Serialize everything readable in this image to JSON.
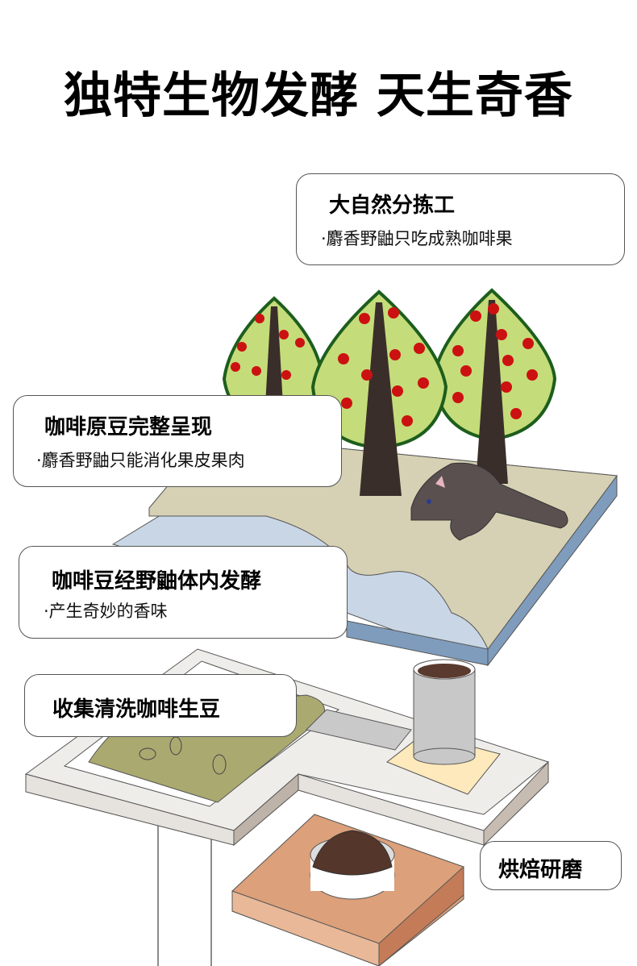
{
  "title": "独特生物发酵 天生奇香",
  "steps": [
    {
      "heading": "大自然分拣工",
      "detail": "·麝香野鼬只吃成熟咖啡果"
    },
    {
      "heading": "咖啡原豆完整呈现",
      "detail": "·麝香野鼬只能消化果皮果肉"
    },
    {
      "heading": "咖啡豆经野鼬体内发酵",
      "detail": "·产生奇妙的香味"
    },
    {
      "heading": "收集清洗咖啡生豆"
    },
    {
      "heading": "烘焙研磨"
    }
  ],
  "colors": {
    "ground": "#d6d1b4",
    "water": "#c9d6e6",
    "tree": "#c5dc7a",
    "fruit": "#cc1111",
    "roast_base": "#dca07a"
  }
}
